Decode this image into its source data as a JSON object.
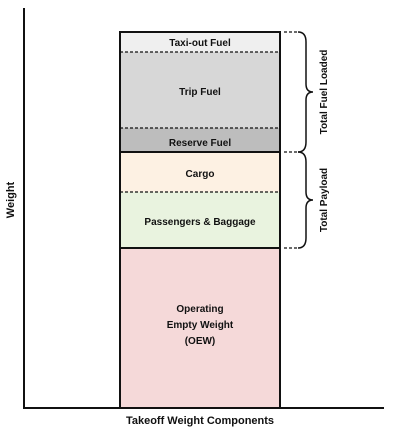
{
  "axes": {
    "y_label": "Weight",
    "x_label": "Takeoff Weight Components"
  },
  "segments": [
    {
      "id": "taxi",
      "label_lines": [
        "Taxi-out Fuel"
      ],
      "fill": "#efefef"
    },
    {
      "id": "trip",
      "label_lines": [
        "Trip Fuel"
      ],
      "fill": "#d7d7d7"
    },
    {
      "id": "reserve",
      "label_lines": [
        "Reserve Fuel"
      ],
      "fill": "#bdbdbd"
    },
    {
      "id": "cargo",
      "label_lines": [
        "Cargo"
      ],
      "fill": "#fdf1e3"
    },
    {
      "id": "passengers",
      "label_lines": [
        "Passengers & Baggage"
      ],
      "fill": "#e9f3df"
    },
    {
      "id": "oew",
      "label_lines": [
        "Operating",
        "Empty Weight",
        "(OEW)"
      ],
      "fill": "#f5d9d9"
    }
  ],
  "groups": [
    {
      "id": "fuel",
      "label": "Total Fuel Loaded"
    },
    {
      "id": "payload",
      "label": "Total Payload"
    }
  ]
}
